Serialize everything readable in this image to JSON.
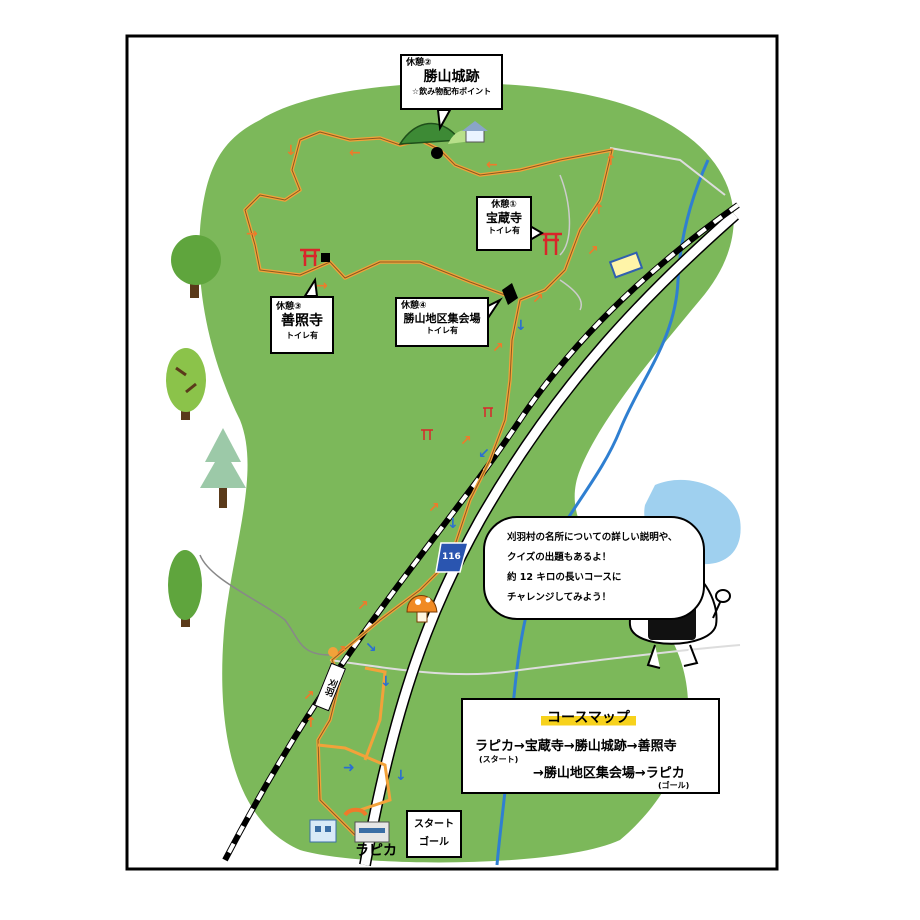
{
  "colors": {
    "land": "#7cb85a",
    "trail": "#f2a23a",
    "rail_dark": "#000000",
    "river": "#2f7fd1",
    "pond": "#9fd0ef",
    "arrow_orange": "#ef7a2a",
    "arrow_blue": "#2b6fd1",
    "frame": "#000000",
    "shrine_red": "#d9262a"
  },
  "stops": {
    "castle": {
      "tag": "休憩②",
      "name": "勝山城跡",
      "sub": "☆飲み物配布ポイント"
    },
    "hozoji": {
      "tag": "休憩①",
      "name": "宝蔵寺",
      "sub": "トイレ有"
    },
    "zenshoji": {
      "tag": "休憩③",
      "name": "善照寺",
      "sub": "トイレ有"
    },
    "hall": {
      "tag": "休憩④",
      "name": "勝山地区集会場",
      "sub": "トイレ有"
    }
  },
  "speech": {
    "lines": [
      "刈羽村の名所についての詳しい説明や、",
      "クイズの出題もあるよ！",
      "約 12 キロの長いコースに",
      "チャレンジしてみよう！"
    ]
  },
  "legend": {
    "title": "コースマップ",
    "line1": "ラピカ→宝蔵寺→勝山城跡→善照寺",
    "start_note": "(スタート)",
    "line2": "→勝山地区集会場→ラピカ",
    "goal_note": "(ゴール)"
  },
  "start_box": {
    "line1": "スタート",
    "line2": "ゴール"
  },
  "rapika_label": "ラピカ",
  "road_sign": "刈羽",
  "route_number": "116",
  "icons": {
    "mascot": "onigiri-mascot-icon",
    "mushroom": "mushroom-icon",
    "shrine": "torii-icon",
    "tree": "tree-icon",
    "building": "building-icon"
  }
}
